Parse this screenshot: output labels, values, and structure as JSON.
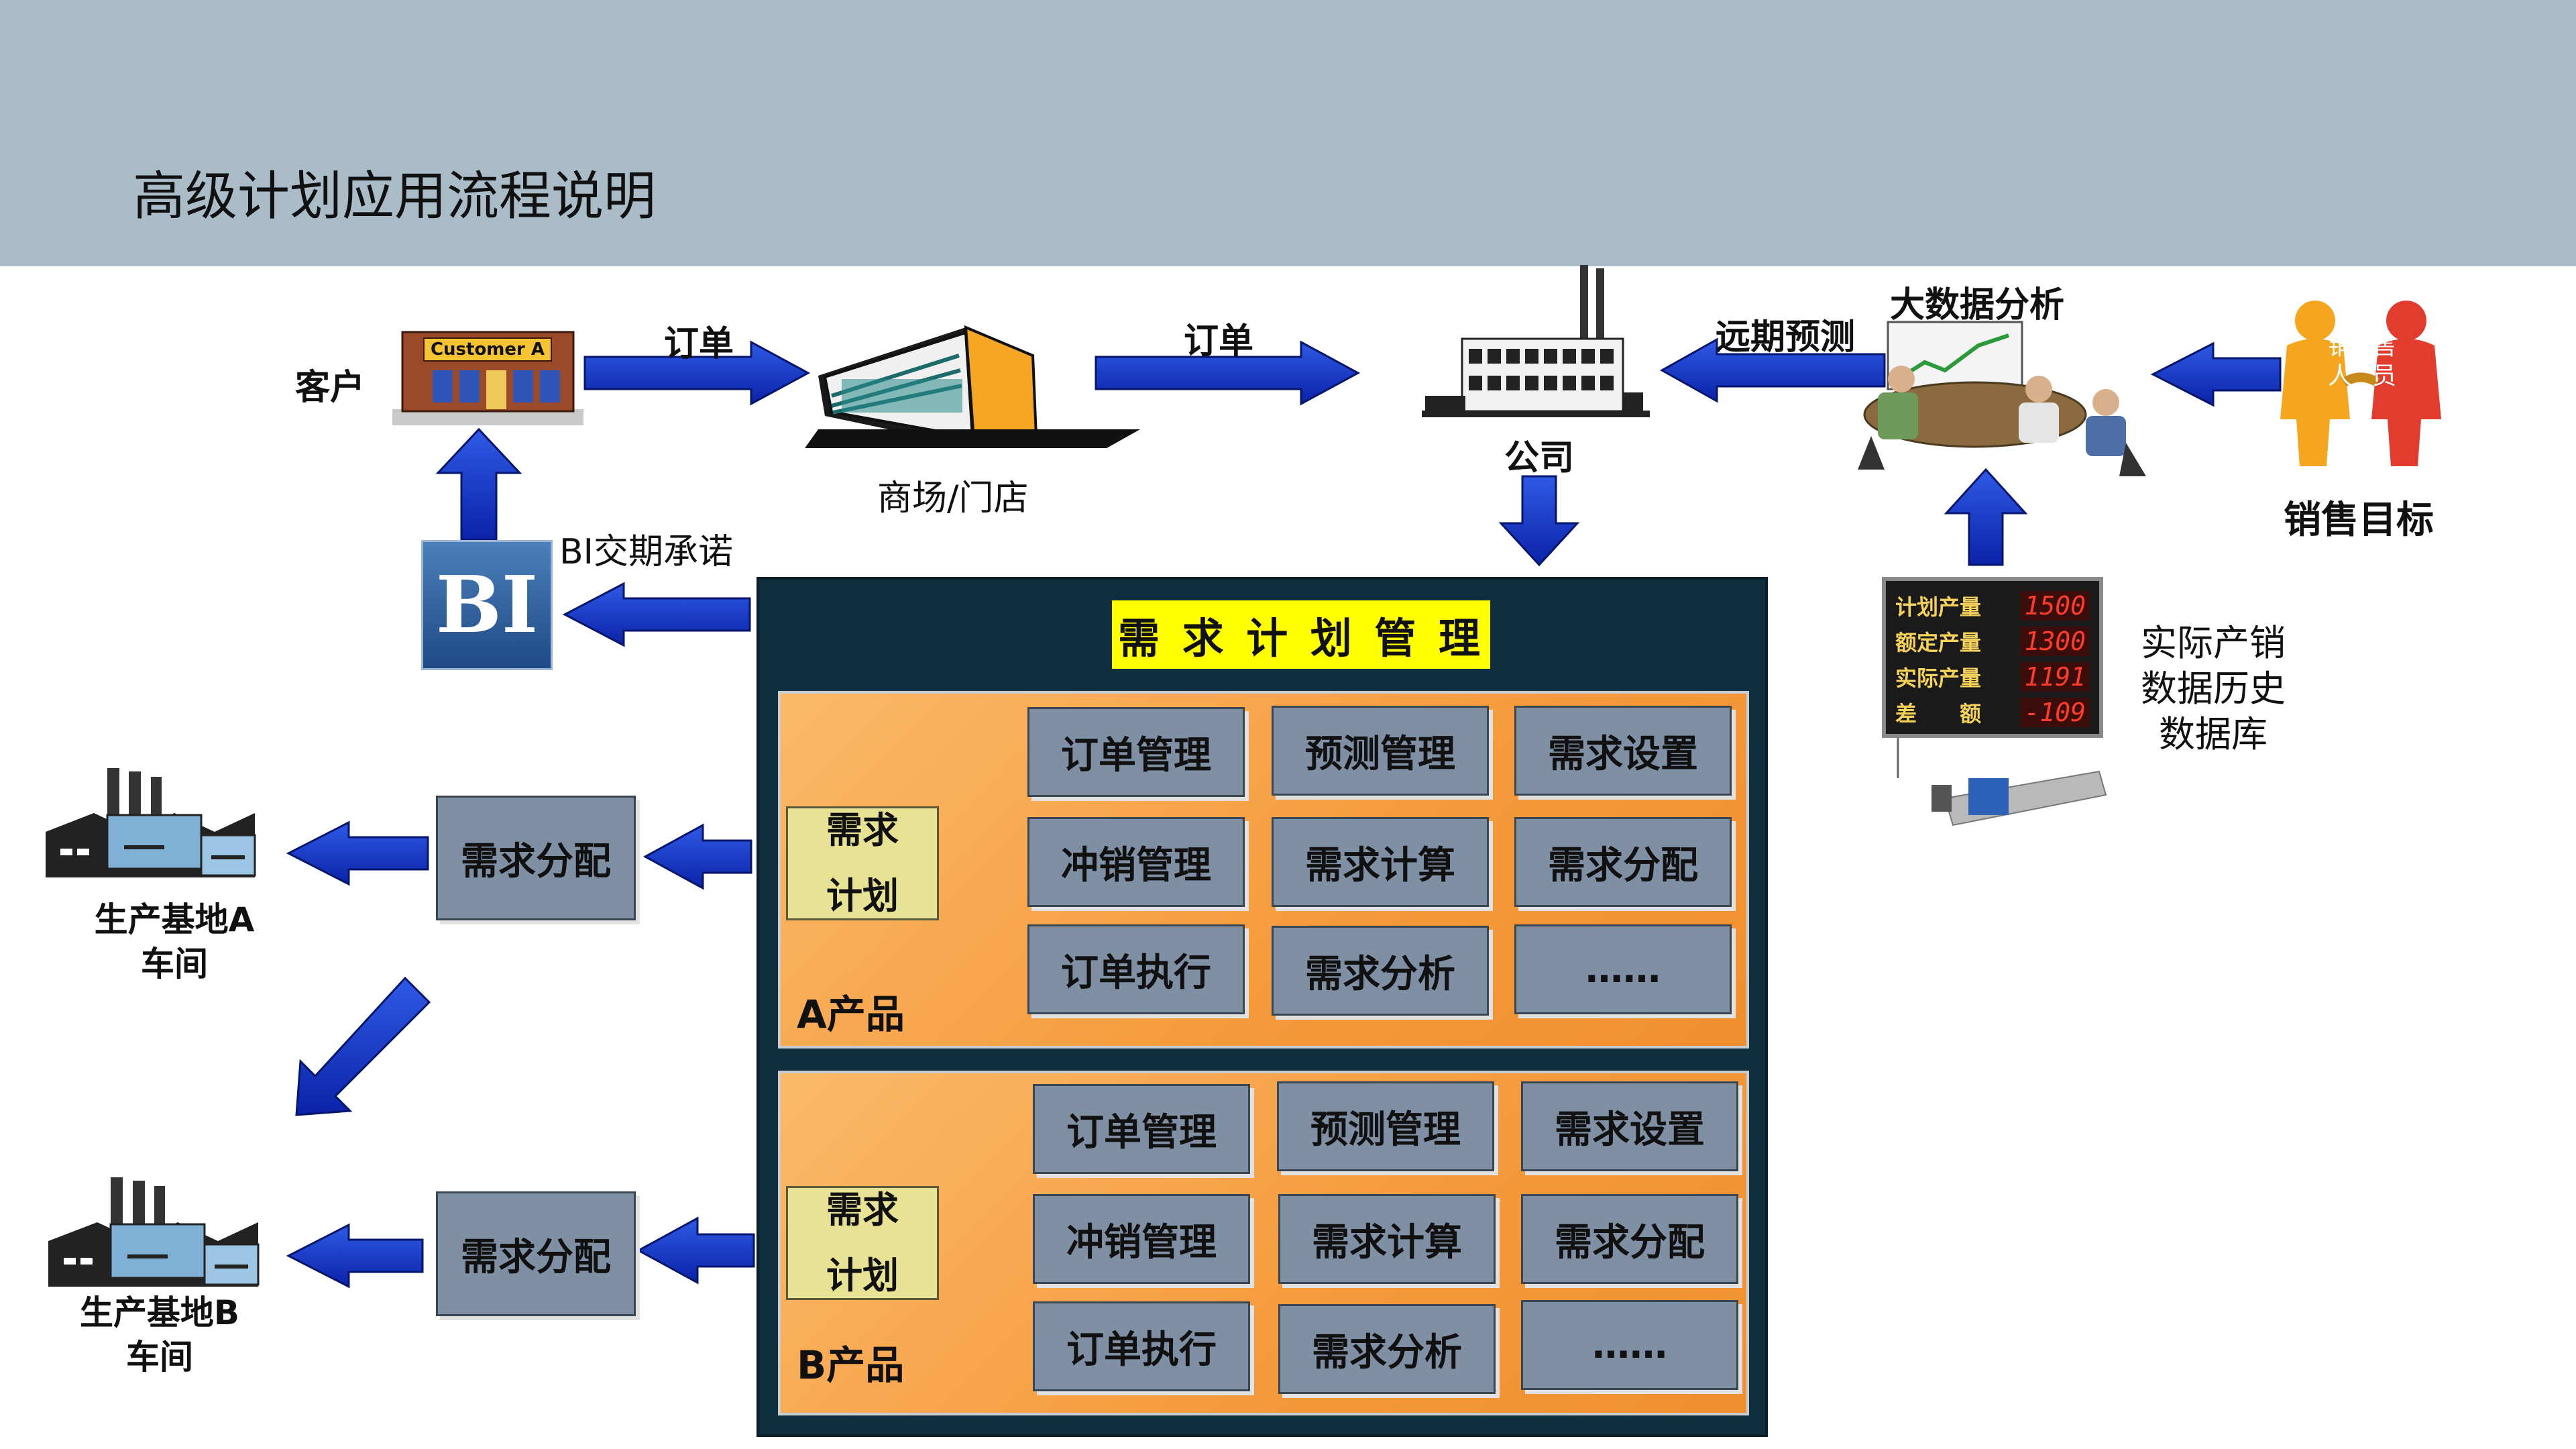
{
  "title": "高级计划应用流程说明",
  "customer": {
    "label": "客户",
    "sign": "Customer A"
  },
  "mall": {
    "label": "商场/门店"
  },
  "company": {
    "label": "公司"
  },
  "big_data": {
    "label": "大数据分析"
  },
  "sales": {
    "label": "销售目标",
    "figure_text": [
      "销",
      "售",
      "人",
      "员"
    ]
  },
  "arrows": {
    "order1": "订单",
    "order2": "订单",
    "forecast": "远期预测",
    "bi_commit": "BI交期承诺"
  },
  "bi_logo": "BI",
  "scoreboard": {
    "rows": [
      {
        "label": "计划产量",
        "value": "1500"
      },
      {
        "label": "额定产量",
        "value": "1300"
      },
      {
        "label": "实际产量",
        "value": "1191"
      },
      {
        "label": "差　　额",
        "value": "-109"
      }
    ]
  },
  "history_db": {
    "lines": [
      "实际产销",
      "数据历史",
      "数据库"
    ]
  },
  "demand_mgmt": {
    "title": "需 求 计 划 管 理",
    "panels": [
      {
        "product": "A产品",
        "plan_box": [
          "需求",
          "计划"
        ],
        "cells": [
          "订单管理",
          "预测管理",
          "需求设置",
          "冲销管理",
          "需求计算",
          "需求分配",
          "订单执行",
          "需求分析",
          "……"
        ]
      },
      {
        "product": "B产品",
        "plan_box": [
          "需求",
          "计划"
        ],
        "cells": [
          "订单管理",
          "预测管理",
          "需求设置",
          "冲销管理",
          "需求计算",
          "需求分配",
          "订单执行",
          "需求分析",
          "……"
        ]
      }
    ]
  },
  "distribution": {
    "a": "需求分配",
    "b": "需求分配"
  },
  "factories": {
    "a": [
      "生产基地A",
      "车间"
    ],
    "b": [
      "生产基地B",
      "车间"
    ]
  },
  "colors": {
    "header": "#abbcc9",
    "arrow": "#0a2fc4",
    "panel_dark": "#0f2f3f",
    "highlight": "#ffff00",
    "orange": "#f7a44a",
    "gray_box": "#7f8fa4"
  }
}
